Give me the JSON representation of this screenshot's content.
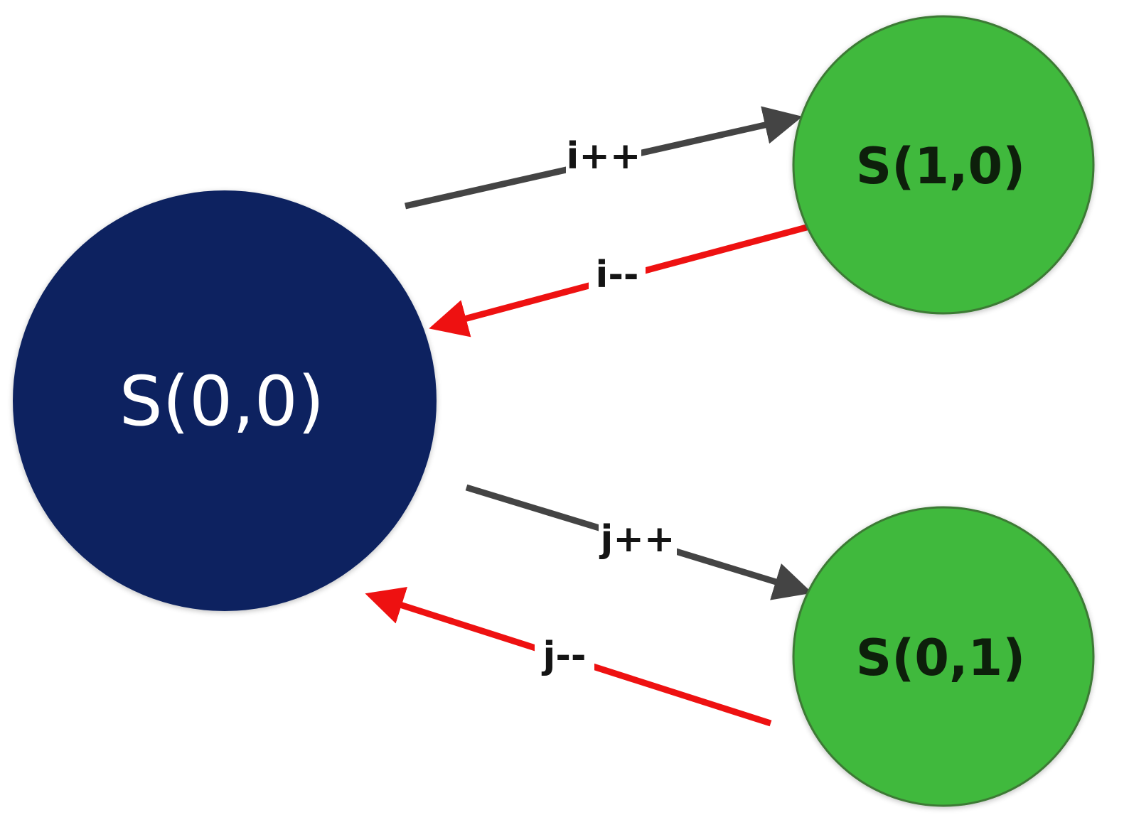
{
  "colors": {
    "start_node_fill": "#0b2461",
    "start_node_text": "#ffffff",
    "goal_node_fill": "#41b93c",
    "goal_node_stroke": "#3c7a36",
    "goal_node_text": "#0d1f0b",
    "forward_edge": "#444444",
    "backward_edge": "#ee1111",
    "edge_label_text": "#141414",
    "background": "#ffffff"
  },
  "nodes": {
    "s00": {
      "label": "S(0,0)"
    },
    "s10": {
      "label": "S(1,0)"
    },
    "s01": {
      "label": "S(0,1)"
    }
  },
  "edges": {
    "s00_to_s10": {
      "label": "i++",
      "from": "S(0,0)",
      "to": "S(1,0)"
    },
    "s10_to_s00": {
      "label": "i--",
      "from": "S(1,0)",
      "to": "S(0,0)"
    },
    "s00_to_s01": {
      "label": "j++",
      "from": "S(0,0)",
      "to": "S(0,1)"
    },
    "s01_to_s00": {
      "label": "j--",
      "from": "S(0,1)",
      "to": "S(0,0)"
    }
  }
}
